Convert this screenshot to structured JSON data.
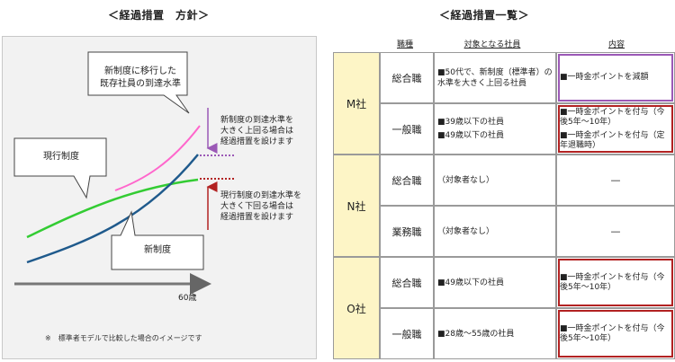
{
  "left_title": "＜経過措置　方針＞",
  "right_title": "＜経過措置一覧＞",
  "diagram": {
    "callouts": {
      "new_transition": "新制度に移行した\n既存社員の到達水準",
      "current": "現行制度",
      "new": "新制度"
    },
    "upper_note": "新制度の到達水準を\n大きく上回る場合は\n経過措置を設けます",
    "lower_note": "現行制度の到達水準を\n大きく下回る場合は\n経過措置を設けます",
    "age_label": "60歳",
    "footnote": "※　標準者モデルで比較した場合のイメージです",
    "colors": {
      "current_line": "#33cc33",
      "new_line": "#1f5a8c",
      "transition_line": "#ff66cc",
      "upper_arrow": "#9b59b6",
      "lower_arrow": "#b22222"
    }
  },
  "table": {
    "headers": {
      "job_type": "職種",
      "target": "対象となる社員",
      "content": "内容"
    },
    "companies": [
      {
        "name": "M社",
        "rows": [
          {
            "job": "総合職",
            "targets": [
              "■50代で、新制度（標準者）の水準を大きく上回る社員"
            ],
            "contents": [
              "■一時金ポイントを減額"
            ],
            "box": "purple"
          },
          {
            "job": "一般職",
            "targets": [
              "■39歳以下の社員",
              "■49歳以下の社員"
            ],
            "contents": [
              "■一時金ポイントを付与（今後5年～10年）",
              "■一時金ポイントを付与（定年退職時）"
            ],
            "box": "red"
          }
        ]
      },
      {
        "name": "N社",
        "rows": [
          {
            "job": "総合職",
            "targets": [
              "（対象者なし）"
            ],
            "contents": [
              "—"
            ],
            "box": ""
          },
          {
            "job": "業務職",
            "targets": [
              "（対象者なし）"
            ],
            "contents": [
              "—"
            ],
            "box": ""
          }
        ]
      },
      {
        "name": "O社",
        "rows": [
          {
            "job": "総合職",
            "targets": [
              "■49歳以下の社員"
            ],
            "contents": [
              "■一時金ポイントを付与（今後5年～10年）"
            ],
            "box": "red"
          },
          {
            "job": "一般職",
            "targets": [
              "■28歳～55歳の社員"
            ],
            "contents": [
              "■一時金ポイントを付与（今後5年～10年）"
            ],
            "box": "red"
          }
        ]
      }
    ]
  }
}
